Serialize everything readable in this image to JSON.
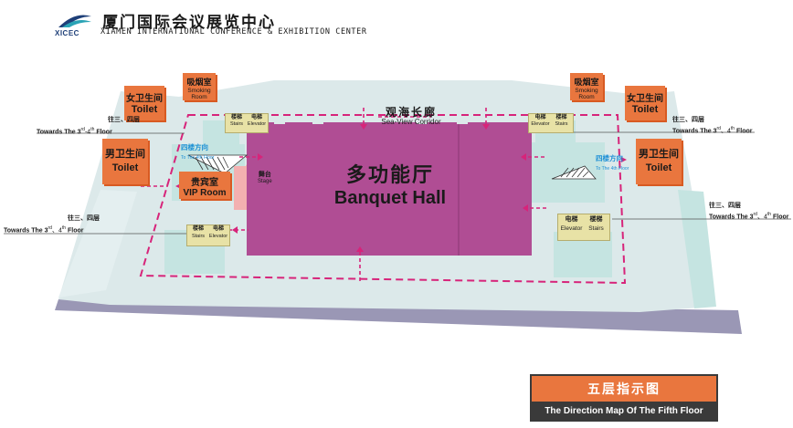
{
  "header": {
    "title_cn": "厦门国际会议展览中心",
    "logo_text": "XICEC",
    "title_en": "XIAMEN INTERNATIONAL CONFERENCE & EXHIBITION CENTER"
  },
  "map": {
    "corridor": {
      "cn": "观海长廊",
      "en": "Sea-View Corridor"
    },
    "banquet_hall": {
      "cn": "多功能厅",
      "en": "Banquet Hall"
    },
    "stage": {
      "cn": "舞台",
      "en": "Stage"
    },
    "vip_room": {
      "cn": "贵宾室",
      "en": "VIP Room"
    },
    "toilets": {
      "women_cn": "女卫生间",
      "men_cn": "男卫生间",
      "en": "Toilet"
    },
    "smoking_room": {
      "cn": "吸烟室",
      "en": "Smoking Room"
    },
    "stairs": {
      "cn": "楼梯",
      "en": "Stairs"
    },
    "elevator": {
      "cn": "电梯",
      "en": "Elevator"
    },
    "to_fourth": {
      "cn": "四楼方向",
      "en": "To The 4th Floor"
    },
    "towards": {
      "cn": "往三、四层",
      "en_prefix": "Towards The 3",
      "en_suffix": "Floor"
    }
  },
  "footer": {
    "title_cn": "五层指示图",
    "title_en": "The Direction Map Of The Fifth Floor"
  },
  "colors": {
    "hall": "#b04d94",
    "tag": "#e9763e",
    "footer_bar": "#e9763e",
    "footer_dark": "#3a3a3a",
    "dash": "#d7247a",
    "floor": "#dce9ea",
    "room": "#c5e4e1",
    "edge": "#9a97b5"
  }
}
